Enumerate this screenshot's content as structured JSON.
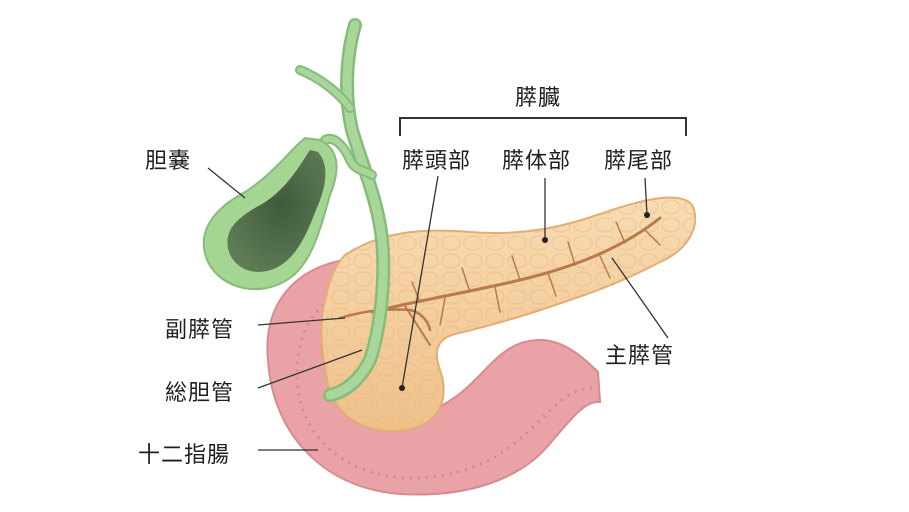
{
  "labels": {
    "pancreas": "膵臓",
    "pancreas_head": "膵頭部",
    "pancreas_body": "膵体部",
    "pancreas_tail": "膵尾部",
    "gallbladder": "胆嚢",
    "accessory_duct": "副膵管",
    "common_bile_duct": "総胆管",
    "duodenum": "十二指腸",
    "main_duct": "主膵管"
  },
  "colors": {
    "pancreas": "#f5cf9f",
    "pancreas_outline": "#e3ad73",
    "duct": "#b87a4a",
    "duodenum": "#e9a0a4",
    "duodenum_inner": "#d9777f",
    "bile_duct": "#9ccd8d",
    "gallbladder": "#9ccd8d",
    "gallbladder_bile": "#4e6a48",
    "leader_line": "#333333"
  }
}
